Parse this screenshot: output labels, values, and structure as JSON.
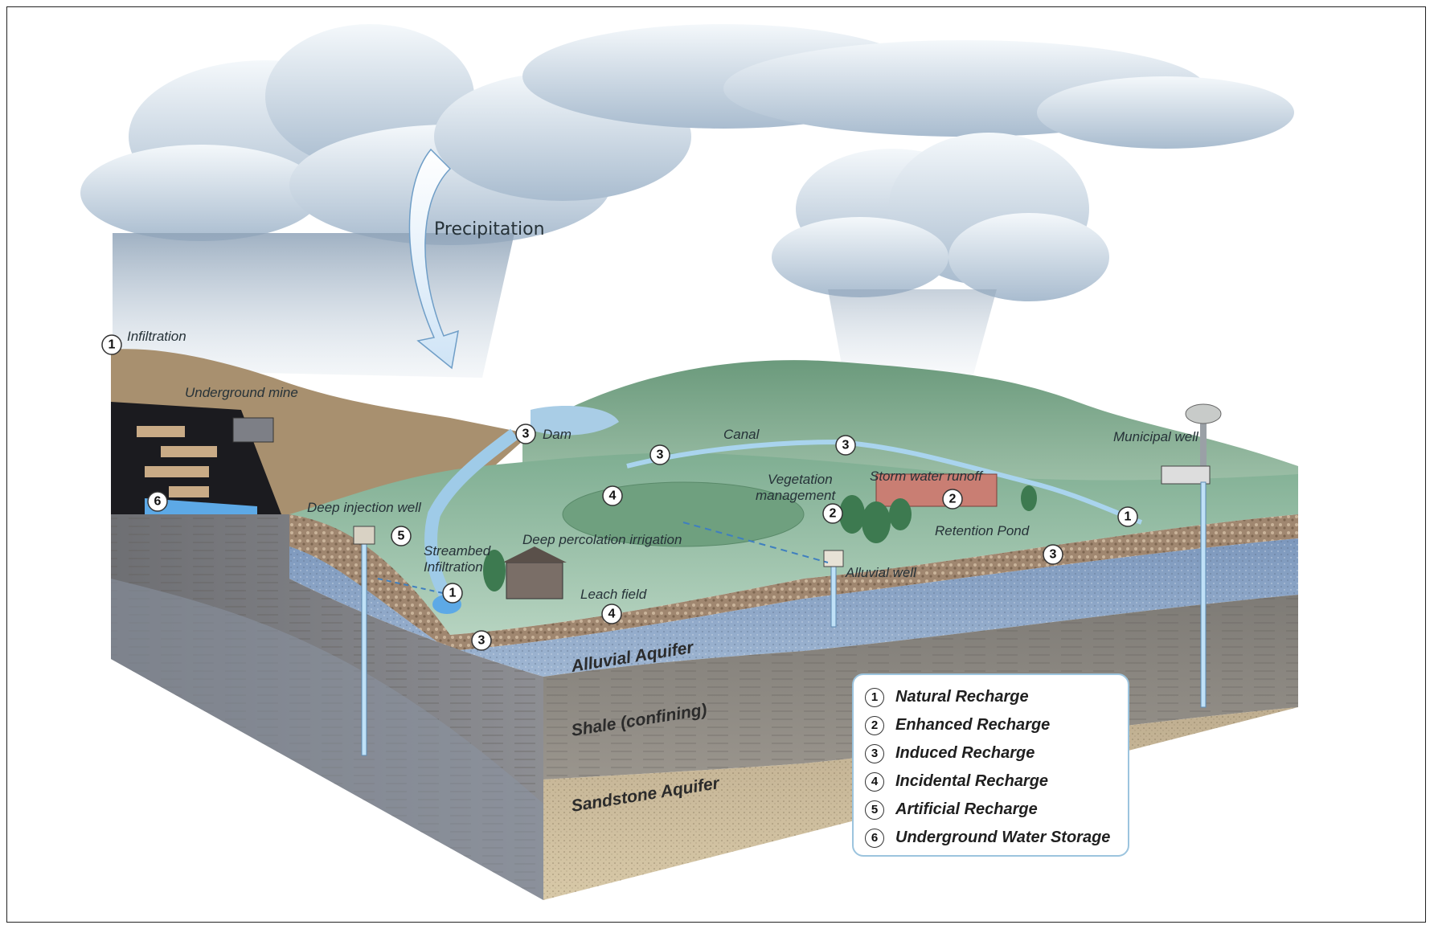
{
  "precipitation_label": "Precipitation",
  "labels": {
    "infiltration": "Infiltration",
    "underground_mine": "Underground mine",
    "dam": "Dam",
    "canal": "Canal",
    "municipal_well": "Municipal well",
    "vegetation_management_1": "Vegetation",
    "vegetation_management_2": "management",
    "storm_water_runoff": "Storm water runoff",
    "retention_pond": "Retention Pond",
    "deep_injection_well": "Deep injection well",
    "deep_percolation_irrigation": "Deep percolation irrigation",
    "streambed_infiltration_1": "Streambed",
    "streambed_infiltration_2": "Infiltration",
    "alluvial_well": "Alluvial well",
    "leach_field": "Leach field"
  },
  "layers": {
    "alluvial_aquifer": "Alluvial Aquifer",
    "shale": "Shale (confining)",
    "sandstone_aquifer": "Sandstone Aquifer"
  },
  "markers": {
    "infiltration": "1",
    "mine_storage": "6",
    "dam": "3",
    "canal_left": "3",
    "canal_right": "3",
    "irrigation": "4",
    "vegetation": "2",
    "storm_water": "2",
    "deep_injection": "5",
    "streambed": "1",
    "streambed_induced": "3",
    "leach_field": "4",
    "retention_pond": "3",
    "canal_end": "1"
  },
  "legend": [
    {
      "num": "1",
      "label": "Natural Recharge"
    },
    {
      "num": "2",
      "label": "Enhanced Recharge"
    },
    {
      "num": "3",
      "label": "Induced Recharge"
    },
    {
      "num": "4",
      "label": "Incidental Recharge"
    },
    {
      "num": "5",
      "label": "Artificial Recharge"
    },
    {
      "num": "6",
      "label": "Underground Water Storage"
    }
  ],
  "colors": {
    "sky_cloud": "#d6e2ee",
    "ground_green": "#9cc4a8",
    "alluvial": "#8fa9c9",
    "shale": "#8a8884",
    "sandstone": "#c9b79a",
    "water": "#5da9e6"
  }
}
